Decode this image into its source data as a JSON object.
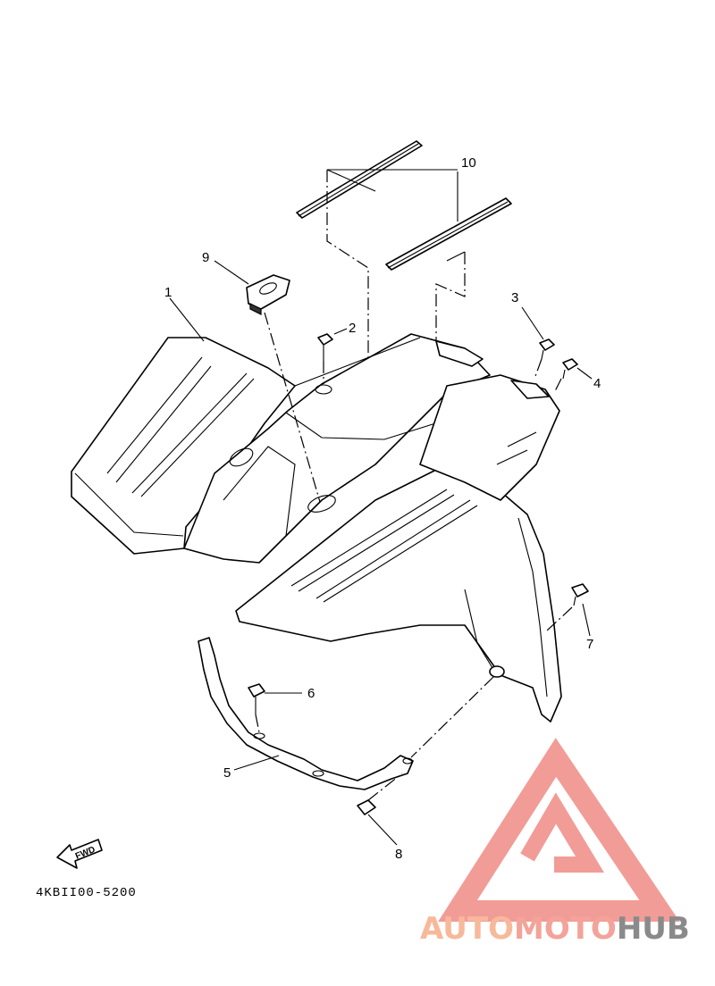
{
  "callouts": {
    "c1": "1",
    "c2": "2",
    "c3": "3",
    "c4": "4",
    "c5": "5",
    "c6": "6",
    "c7": "7",
    "c8": "8",
    "c9": "9",
    "c10": "10"
  },
  "fwd_label": "FWD",
  "part_code": "4KBII00-5200",
  "watermark": {
    "part1": "AUTO",
    "part2": "MOTO",
    "part3": "HUB"
  },
  "colors": {
    "logo_red": "#f08b86",
    "logo_orange": "#f7b99a",
    "logo_gray": "#8a8a8a"
  }
}
